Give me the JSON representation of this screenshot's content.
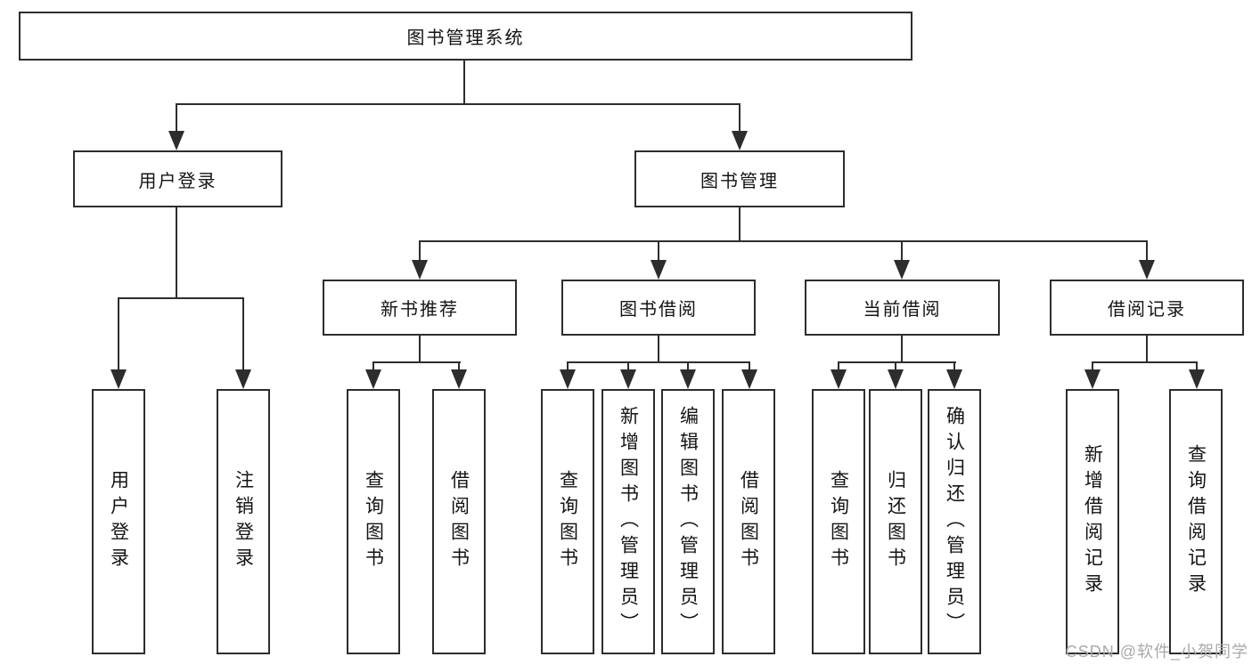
{
  "colors": {
    "stroke": "#2d2d2d",
    "text": "#141414",
    "watermark": "#a9a9a9",
    "background": "#ffffff"
  },
  "nodes": {
    "root": {
      "label": "图书管理系统"
    },
    "level2": [
      {
        "label": "用户登录"
      },
      {
        "label": "图书管理"
      }
    ],
    "level3": [
      {
        "label": "新书推荐"
      },
      {
        "label": "图书借阅"
      },
      {
        "label": "当前借阅"
      },
      {
        "label": "借阅记录"
      }
    ],
    "leaves": [
      {
        "label": "用户登录"
      },
      {
        "label": "注销登录"
      },
      {
        "label": "查询图书"
      },
      {
        "label": "借阅图书"
      },
      {
        "label": "查询图书"
      },
      {
        "label": "新增图书（管理员）"
      },
      {
        "label": "编辑图书（管理员）"
      },
      {
        "label": "借阅图书"
      },
      {
        "label": "查询图书"
      },
      {
        "label": "归还图书"
      },
      {
        "label": "确认归还（管理员）"
      },
      {
        "label": "新增借阅记录"
      },
      {
        "label": "查询借阅记录"
      }
    ]
  },
  "watermark": {
    "text": "CSDN @软件_小贺同学"
  }
}
